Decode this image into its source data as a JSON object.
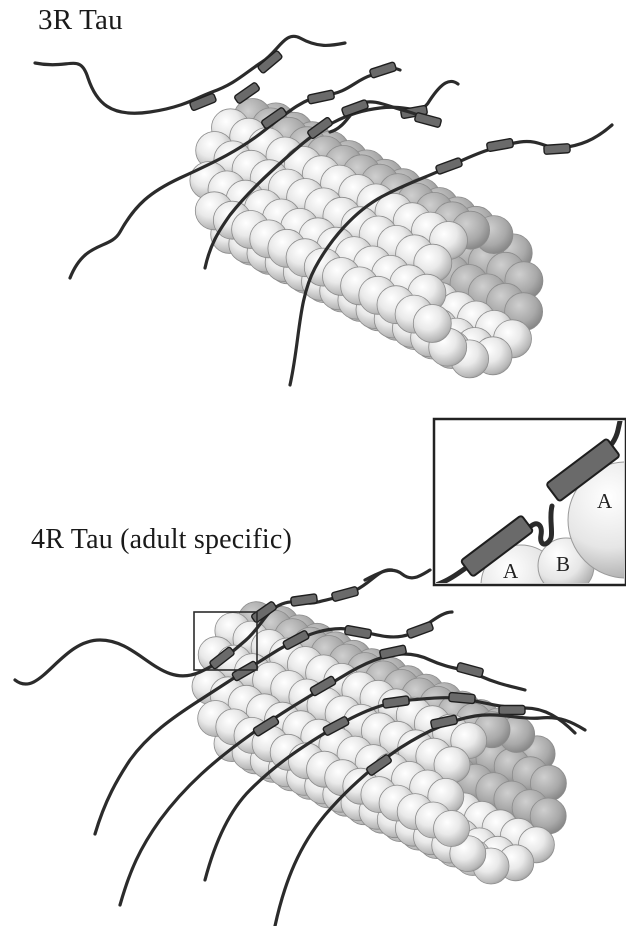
{
  "figure": {
    "panel_top_label": "3R Tau",
    "panel_bottom_label": "4R Tau (adult specific)",
    "inset": {
      "label_a_left": "A",
      "label_b": "B",
      "label_a_right": "A"
    }
  },
  "colors": {
    "tau_chain": "#2b2b2b",
    "repeat_domain": "#6a6a6a",
    "tubulin_light": "#f4f4f4",
    "tubulin_shadow": "#9a9a9a"
  }
}
